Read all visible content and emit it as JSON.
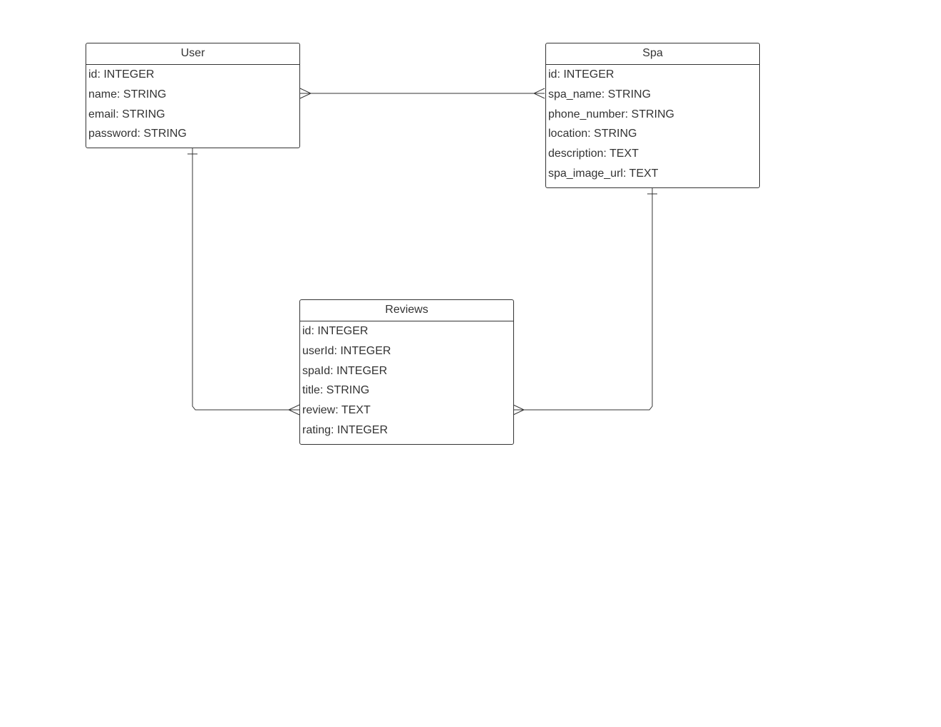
{
  "entities": {
    "user": {
      "title": "User",
      "fields": [
        "id: INTEGER",
        "name: STRING",
        "email: STRING",
        "password: STRING"
      ]
    },
    "spa": {
      "title": "Spa",
      "fields": [
        "id: INTEGER",
        "spa_name: STRING",
        "phone_number: STRING",
        "location: STRING",
        "description: TEXT",
        "spa_image_url: TEXT"
      ]
    },
    "reviews": {
      "title": "Reviews",
      "fields": [
        "id: INTEGER",
        "userId: INTEGER",
        "spaId: INTEGER",
        "title: STRING",
        "review: TEXT",
        "rating: INTEGER"
      ]
    }
  },
  "relationships": [
    {
      "from": "User",
      "to": "Spa",
      "from_cardinality": "many",
      "to_cardinality": "many"
    },
    {
      "from": "User",
      "to": "Reviews",
      "from_cardinality": "one",
      "to_cardinality": "many"
    },
    {
      "from": "Spa",
      "to": "Reviews",
      "from_cardinality": "one",
      "to_cardinality": "many"
    }
  ],
  "colors": {
    "line": "#333333",
    "background": "#ffffff"
  }
}
